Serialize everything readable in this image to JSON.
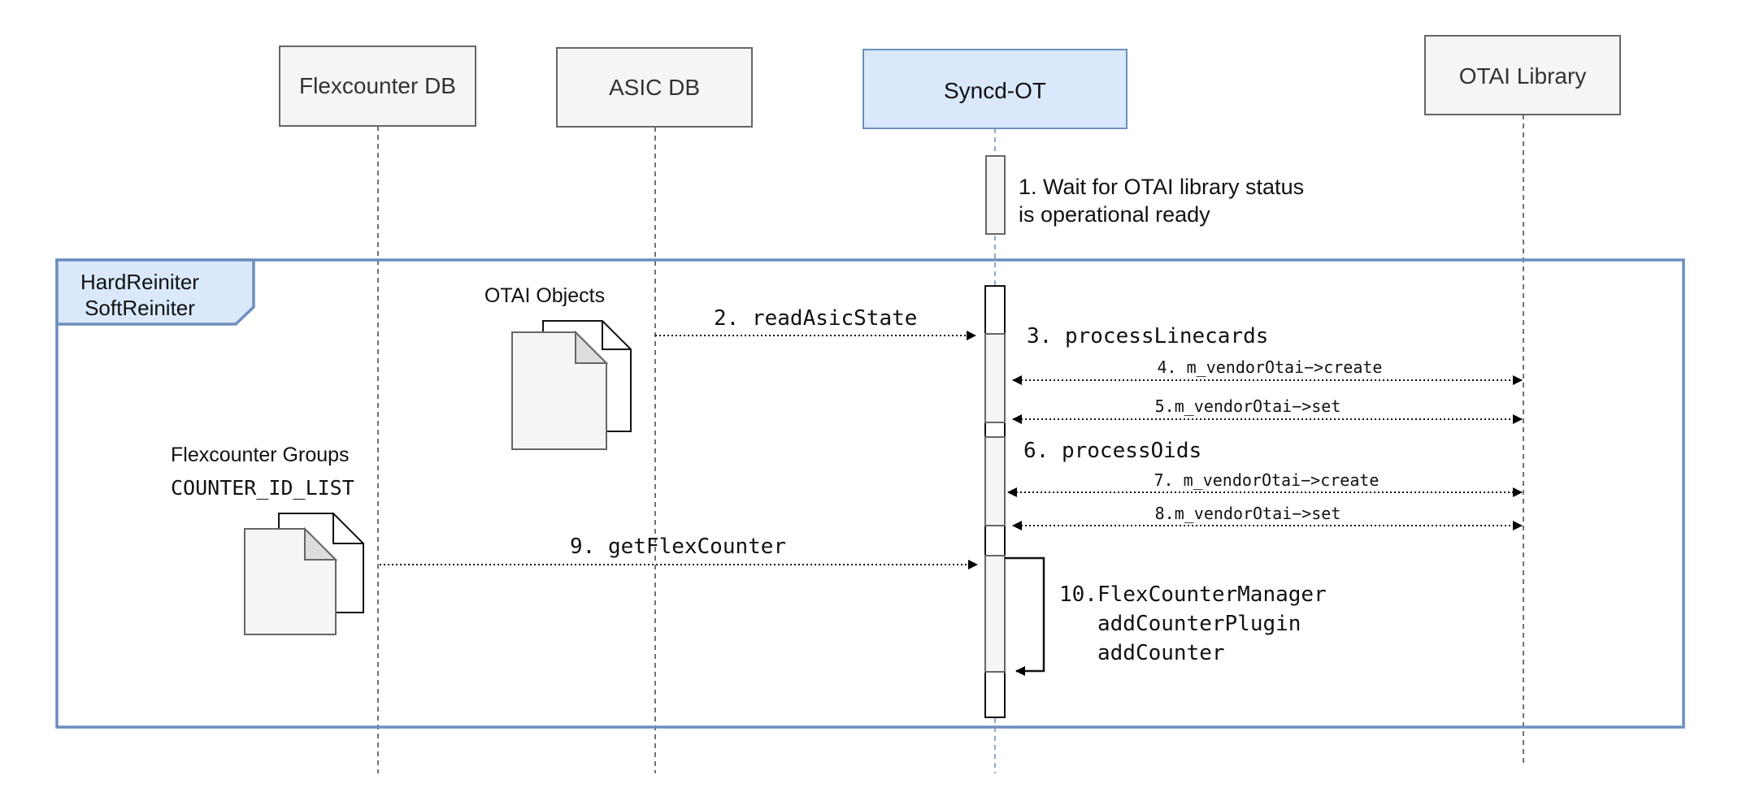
{
  "participants": {
    "flexcounter_db": "Flexcounter DB",
    "asic_db": "ASIC DB",
    "syncd_ot": "Syncd-OT",
    "otai_library": "OTAI Library"
  },
  "note_wait": {
    "line1": "1. Wait for OTAI library status",
    "line2": "is operational ready"
  },
  "frame": {
    "label_line1": "HardReiniter",
    "label_line2": "SoftReiniter"
  },
  "artifacts": {
    "otai_objects": "OTAI Objects",
    "flexcounter_groups": "Flexcounter Groups",
    "counter_id_list": "COUNTER_ID_LIST"
  },
  "messages": {
    "m2": "2. readAsicState",
    "m3": "3. processLinecards",
    "m4": "4. m_vendorOtai−>create",
    "m5": "5.m_vendorOtai−>set",
    "m6": "6. processOids",
    "m7": "7. m_vendorOtai−>create",
    "m8": "8.m_vendorOtai−>set",
    "m9": "9. getFlexCounter",
    "m10_line1": "10.FlexCounterManager",
    "m10_line2": "addCounterPlugin",
    "m10_line3": "addCounter"
  },
  "colors": {
    "frame_border": "#6c8ebf",
    "frame_label_fill": "#dae8fc",
    "syncd_fill": "#dae8fc",
    "participant_fill": "#f5f5f5",
    "participant_border": "#666666",
    "activation_fill": "#f5f5f5"
  }
}
